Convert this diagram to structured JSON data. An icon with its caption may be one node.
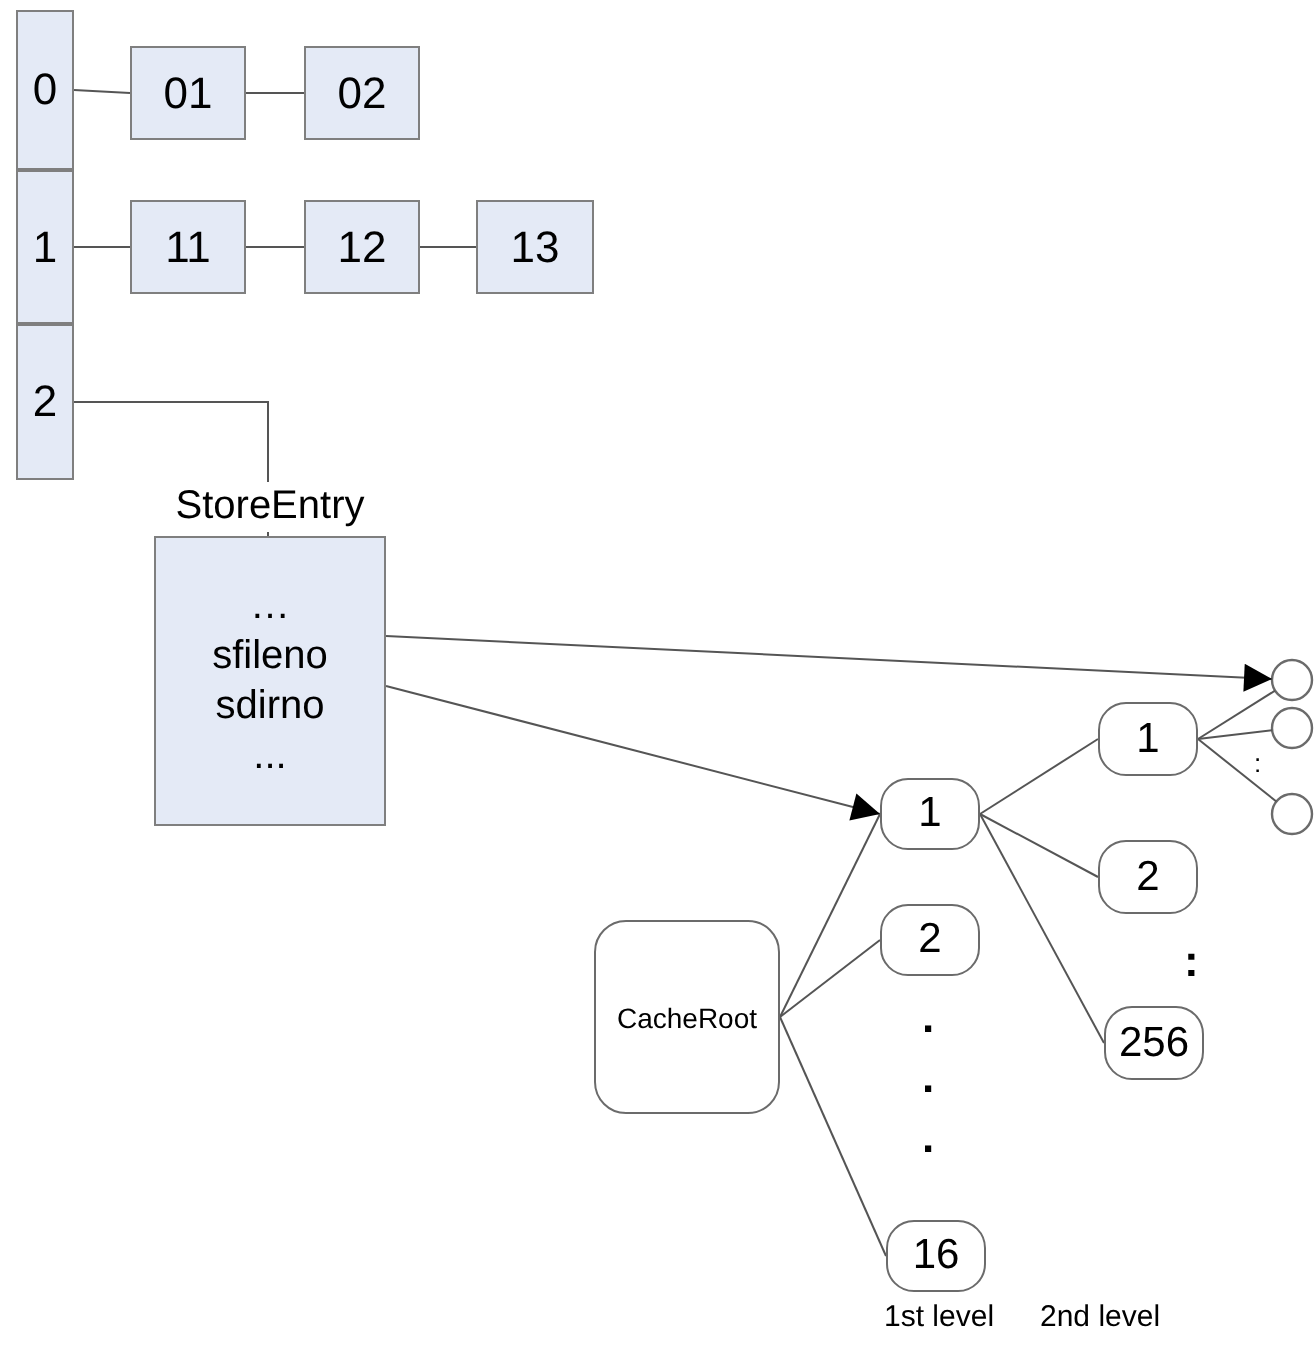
{
  "diagram": {
    "nodes": [
      {
        "text": [
          "0"
        ]
      },
      {
        "text": [
          "01"
        ]
      },
      {
        "text": [
          "02"
        ]
      },
      {
        "text": [
          "1"
        ]
      },
      {
        "text": [
          "11"
        ]
      },
      {
        "text": [
          "12"
        ]
      },
      {
        "text": [
          "13"
        ]
      },
      {
        "text": [
          "2"
        ]
      },
      {
        "text": [
          "StoreEntry",
          "…",
          "sfileno",
          "sdirno",
          "..."
        ]
      },
      {
        "text": [
          "CacheRoot"
        ]
      },
      {
        "text": [
          "1"
        ]
      },
      {
        "text": [
          "2"
        ]
      },
      {
        "text": [
          "16"
        ]
      },
      {
        "text": [
          "1"
        ]
      },
      {
        "text": [
          "2"
        ]
      },
      {
        "text": [
          "256"
        ]
      },
      {
        "text": [],
        "shape": "circle"
      },
      {
        "text": [],
        "shape": "circle"
      },
      {
        "text": [],
        "shape": "circle"
      }
    ],
    "edges": [
      {
        "from": 0,
        "to": 1,
        "arrow": "none"
      },
      {
        "from": 1,
        "to": 2,
        "arrow": "none"
      },
      {
        "from": 3,
        "to": 4,
        "arrow": "none"
      },
      {
        "from": 4,
        "to": 5,
        "arrow": "none"
      },
      {
        "from": 5,
        "to": 6,
        "arrow": "none"
      },
      {
        "from": 7,
        "to": 8,
        "arrow": "none"
      },
      {
        "from": 8,
        "to": 16,
        "arrow": "to"
      },
      {
        "from": 8,
        "to": 10,
        "arrow": "to"
      },
      {
        "from": 9,
        "to": 10,
        "arrow": "none"
      },
      {
        "from": 9,
        "to": 11,
        "arrow": "none"
      },
      {
        "from": 9,
        "to": 12,
        "arrow": "none"
      },
      {
        "from": 10,
        "to": 13,
        "arrow": "none"
      },
      {
        "from": 10,
        "to": 14,
        "arrow": "none"
      },
      {
        "from": 10,
        "to": 15,
        "arrow": "none"
      },
      {
        "from": 13,
        "to": 16,
        "arrow": "none"
      },
      {
        "from": 13,
        "to": 17,
        "arrow": "none"
      },
      {
        "from": 13,
        "to": 18,
        "arrow": "none"
      }
    ],
    "labels": [
      ":",
      ":",
      ".",
      ".",
      ".",
      "1st level",
      "2nd level"
    ]
  }
}
